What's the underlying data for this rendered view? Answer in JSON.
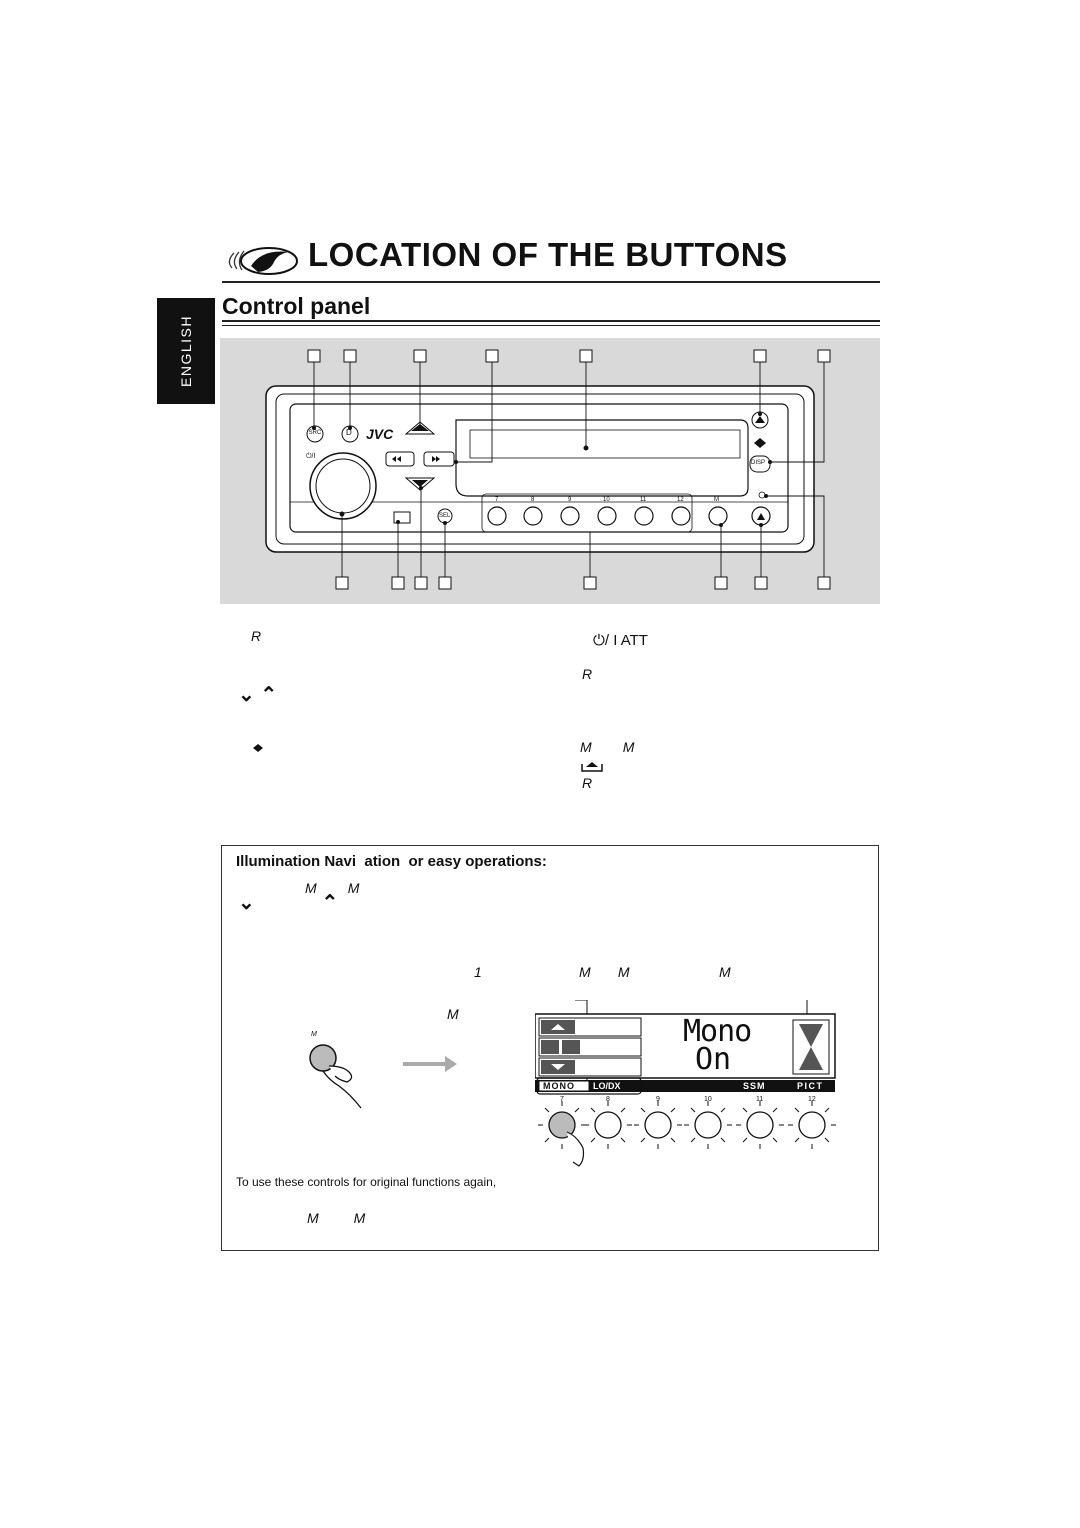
{
  "page": {
    "title": "LOCATION OF THE BUTTONS",
    "subtitle": "Control panel",
    "language_tab": "ENGLISH"
  },
  "control_panel": {
    "brand": "JVC",
    "button_labels": {
      "src": "SRC",
      "d": "D",
      "disp": "DISP",
      "sel": "SEL",
      "power": "⏻/I",
      "mo": "M"
    },
    "preset_numbers": [
      "7",
      "8",
      "9",
      "10",
      "11",
      "12"
    ]
  },
  "button_list": {
    "left": {
      "r_mark": "R",
      "arrows": "⌄            ⌃",
      "eject_icon_name": "eject-icon"
    },
    "right": {
      "power_att": "⏻/ I  ATT",
      "r_mark_1": "R",
      "m_marks": "M        M",
      "r_mark_2": "R"
    }
  },
  "illumination": {
    "title": "Illumination Navi  ation  or easy operations:",
    "line1_marks": "M        M",
    "line2_arrows": "⌄            ⌃",
    "line3_step": "1",
    "line3_marks": "M       M                       M",
    "line4_mark": "M",
    "button_letter": "M",
    "display": {
      "text_line1": "Mono",
      "text_line2": "On",
      "tabs": [
        "MONO",
        "LO/DX",
        "",
        "",
        "SSM",
        "PICT"
      ],
      "numbers": [
        "7",
        "8",
        "9",
        "10",
        "11",
        "12"
      ]
    },
    "note": "To use these controls for original functions again,",
    "footer_marks": "M         M"
  }
}
